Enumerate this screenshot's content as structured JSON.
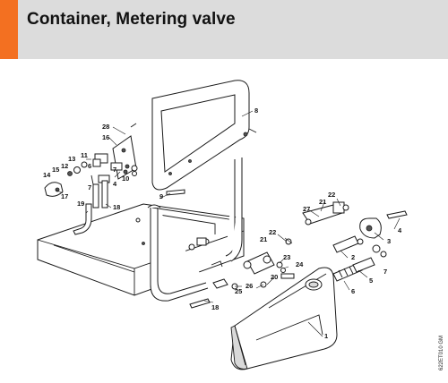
{
  "header": {
    "title": "Container, Metering valve",
    "accent_color": "#f37021",
    "band_color": "#dcdcdc"
  },
  "callouts": {
    "n1": "1",
    "n2": "2",
    "n3": "3",
    "n4": "4",
    "n5": "5",
    "n6": "6",
    "n7": "7",
    "n8": "8",
    "n9": "9",
    "n10": "10",
    "n11": "11",
    "n12": "12",
    "n13": "13",
    "n14": "14",
    "n15": "15",
    "n16": "16",
    "n17": "17",
    "n18": "18",
    "n19": "19",
    "n20": "20",
    "n21": "21",
    "n22": "22",
    "n23": "23",
    "n24": "24",
    "n25": "25",
    "n26": "26",
    "n27": "27",
    "n28": "28"
  },
  "drawing_code": "622ET010 GM"
}
